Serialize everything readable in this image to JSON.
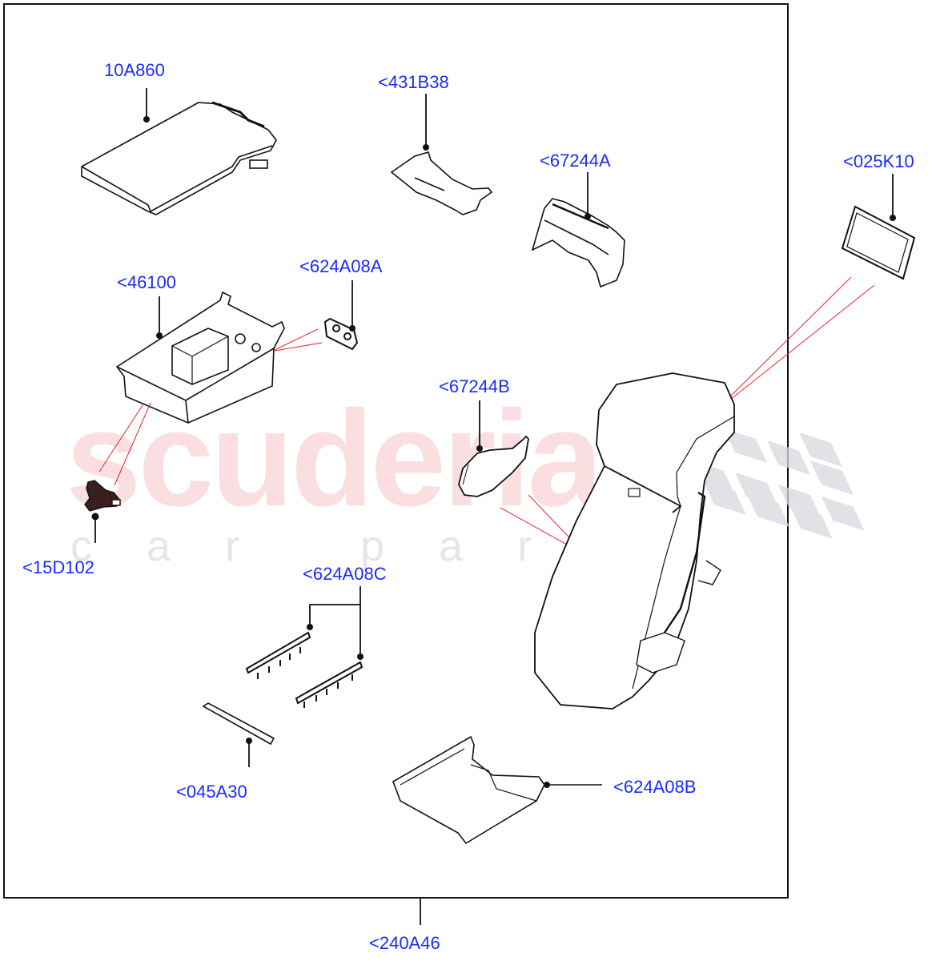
{
  "diagram": {
    "watermark": {
      "main": "scuderia",
      "sub": "car parts"
    },
    "colors": {
      "label": "#1a2bff",
      "leader": "#111111",
      "callout": "#e0262b",
      "frame": "#111111"
    },
    "parts": [
      {
        "id": "10A860",
        "label": "10A860"
      },
      {
        "id": "431B38",
        "label": "<431B38"
      },
      {
        "id": "67244A",
        "label": "<67244A"
      },
      {
        "id": "025K10",
        "label": "<025K10"
      },
      {
        "id": "46100",
        "label": "<46100"
      },
      {
        "id": "624A08A",
        "label": "<624A08A"
      },
      {
        "id": "67244B",
        "label": "<67244B"
      },
      {
        "id": "15D102",
        "label": "<15D102"
      },
      {
        "id": "624A08C",
        "label": "<624A08C"
      },
      {
        "id": "045A30",
        "label": "<045A30"
      },
      {
        "id": "624A08B",
        "label": "<624A08B"
      },
      {
        "id": "240A46",
        "label": "<240A46"
      }
    ]
  }
}
